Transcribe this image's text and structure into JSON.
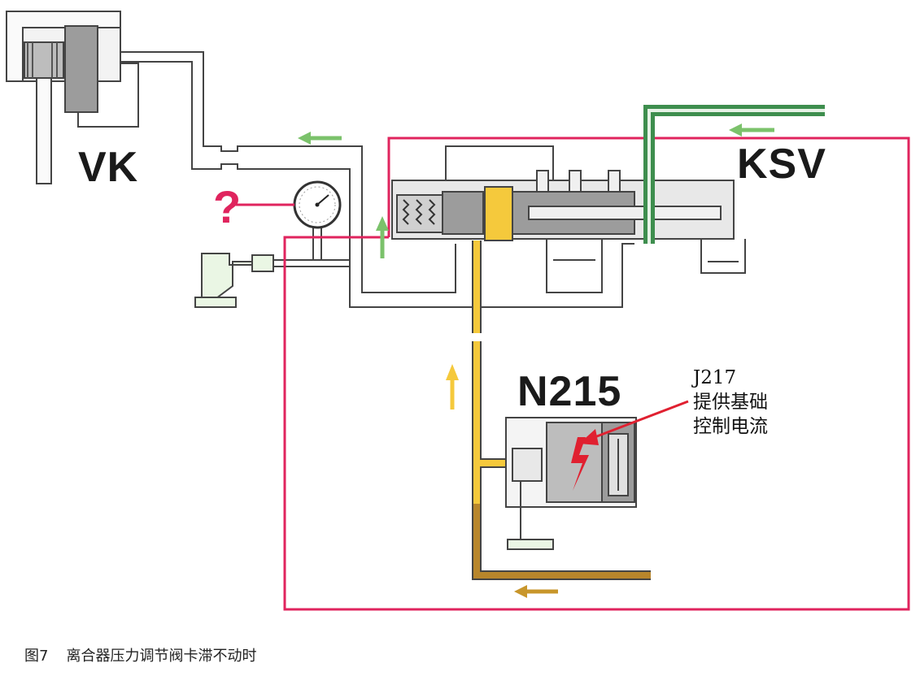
{
  "labels": {
    "vk": "VK",
    "ksv": "KSV",
    "n215": "N215",
    "question": "?",
    "annotation_line1": "J217",
    "annotation_line2": "提供基础",
    "annotation_line3": "控制电流"
  },
  "caption": {
    "figure_number": "图7",
    "title": "离合器压力调节阀卡滞不动时"
  },
  "colors": {
    "highlight_frame": "#e0245e",
    "question_mark": "#e0245e",
    "flow_arrow_green": "#7bc26b",
    "ksv_line": "#3e8e4e",
    "control_line_yellow": "#f5c93c",
    "return_line_brown": "#b8862b",
    "annotation_arrow": "#e02030",
    "return_arrow_brown": "#c8962b",
    "up_arrow_yellow": "#f5c93c"
  },
  "icons": {
    "pressure_gauge": "pressure-gauge-icon",
    "lightning": "lightning-icon"
  }
}
